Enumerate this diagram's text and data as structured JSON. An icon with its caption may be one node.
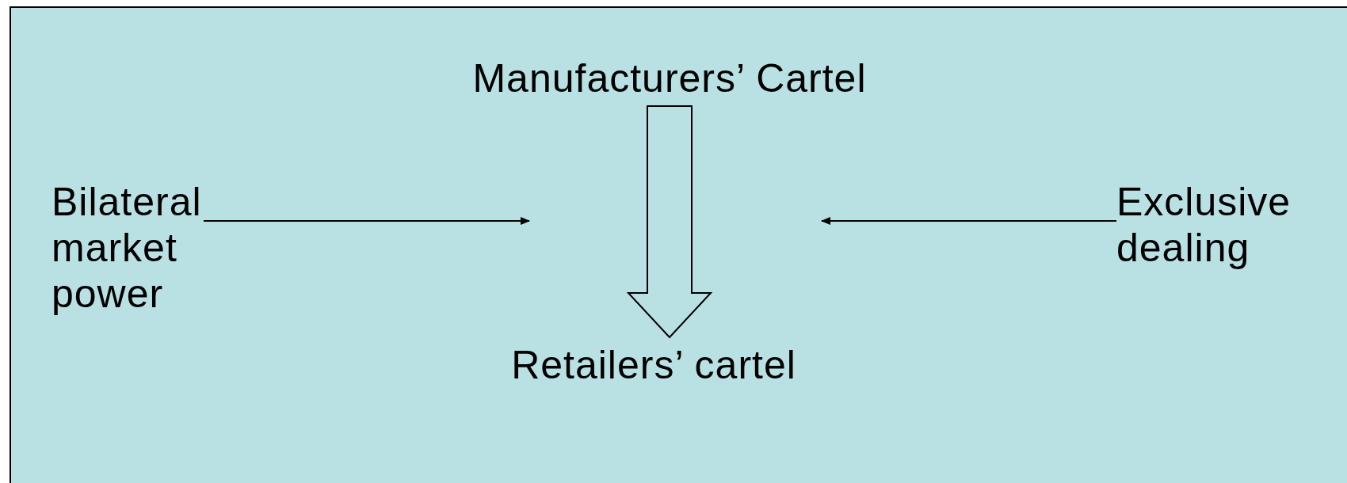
{
  "diagram": {
    "nodes": [
      {
        "text": [
          "Manufacturers’ Cartel"
        ]
      },
      {
        "text": [
          "Bilateral market power"
        ]
      },
      {
        "text": [
          "Exclusive dealing"
        ]
      },
      {
        "text": [
          "Retailers’ cartel"
        ]
      }
    ],
    "edges": [
      {
        "from": 0,
        "to": 3,
        "arrow": "to",
        "style": "thick"
      },
      {
        "from": 1,
        "to": null,
        "arrow": "to"
      },
      {
        "from": 2,
        "to": null,
        "arrow": "to"
      }
    ]
  }
}
